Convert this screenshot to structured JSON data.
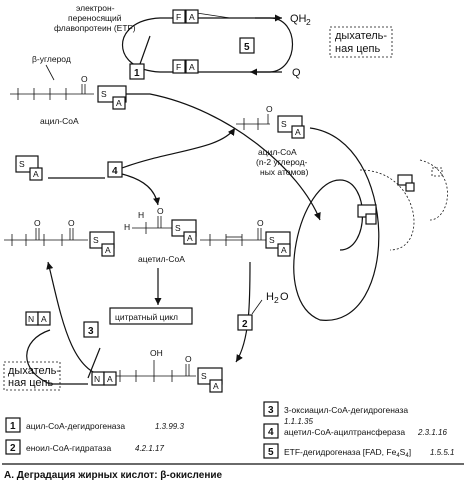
{
  "labels": {
    "etf": [
      "электрон-",
      "переносящий",
      "флавопротеин (ETF)"
    ],
    "beta_carbon": "β-углерод",
    "acyl_coa": "ацил-CoA",
    "acyl_coa_n2": [
      "ацил-CoA",
      "(n-2 углерод-",
      "ных атомов)"
    ],
    "acetyl_coa": "ацетил-CoA",
    "citrate_cycle": "цитратный цикл",
    "respiratory_chain_top": [
      "дыхатель-",
      "ная цепь"
    ],
    "respiratory_chain_left": [
      "дыхатель-",
      "ная цепь"
    ],
    "qh2": "QH",
    "qh2_sub": "2",
    "q": "Q",
    "water": "H",
    "water_sub": "2",
    "water_o": "O",
    "oh": "OH",
    "s": "S",
    "a": "A",
    "f": "F",
    "n": "N"
  },
  "step_numbers": [
    "1",
    "2",
    "3",
    "4",
    "5"
  ],
  "legend": [
    {
      "num": "1",
      "name": "ацил-CoA-дегидрогеназа",
      "ec": "1.3.99.3"
    },
    {
      "num": "2",
      "name": "еноил-CoA-гидратаза",
      "ec": "4.2.1.17"
    },
    {
      "num": "3",
      "name": "3-оксиацил-CoA-дегидрогеназа",
      "ec": "1.1.1.35"
    },
    {
      "num": "4",
      "name": "ацетил-CoA-ацилтрансфераза",
      "ec": "2.3.1.16"
    },
    {
      "num": "5",
      "name": "ETF-дегидрогеназа [FAD, Fe",
      "ec": "1.5.5.1",
      "sub1": "4",
      "mid": "S",
      "sub2": "4",
      "tail": "]"
    }
  ],
  "caption": "А. Деградация жирных кислот: β-окисление"
}
